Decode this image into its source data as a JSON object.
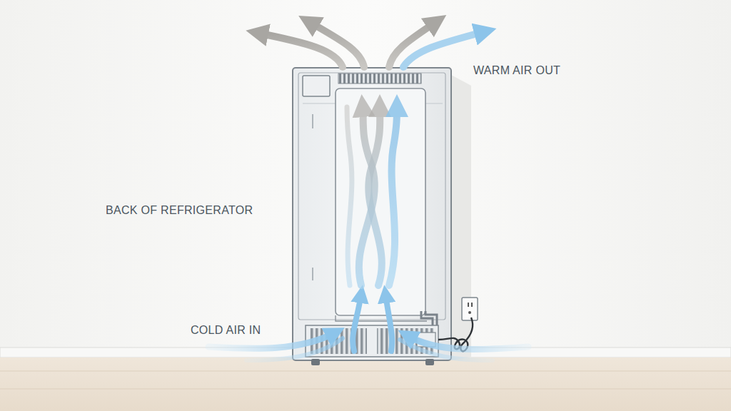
{
  "diagram": {
    "labels": [
      "WARM AIR OUT",
      "BACK OF REFRIGERATOR",
      "COLD AIR IN"
    ]
  }
}
